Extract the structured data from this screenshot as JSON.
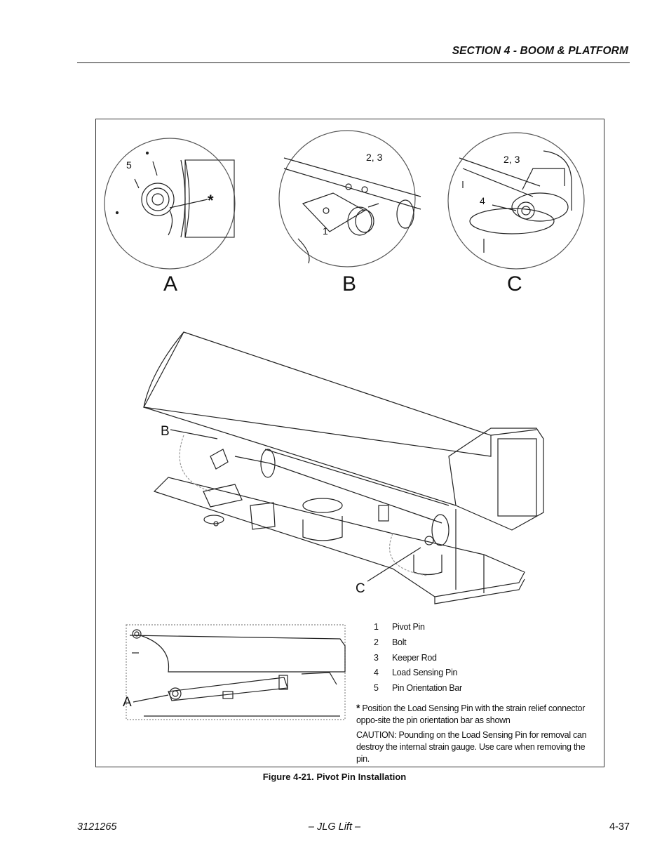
{
  "header": {
    "section_title": "SECTION 4 - BOOM & PLATFORM"
  },
  "figure": {
    "detail_callouts": {
      "a": {
        "label": "A",
        "numbers": [
          "5"
        ],
        "asterisk": "*"
      },
      "b": {
        "label": "B",
        "numbers": [
          "2, 3",
          "1"
        ]
      },
      "c": {
        "label": "C",
        "numbers": [
          "2, 3",
          "4"
        ]
      }
    },
    "main_callouts": {
      "b": "B",
      "c": "C"
    },
    "small_view_callout": "A",
    "legend": [
      {
        "num": "1",
        "label": "Pivot Pin"
      },
      {
        "num": "2",
        "label": "Bolt"
      },
      {
        "num": "3",
        "label": "Keeper Rod"
      },
      {
        "num": "4",
        "label": "Load Sensing Pin"
      },
      {
        "num": "5",
        "label": "Pin Orientation Bar"
      }
    ],
    "note_star": "*",
    "note_text": "Position the Load Sensing Pin with the strain relief connector oppo-site the pin orientation bar as shown",
    "caution_text": "CAUTION: Pounding on the Load Sensing Pin for removal can destroy the internal strain gauge. Use care when removing the pin.",
    "caption": "Figure 4-21.  Pivot Pin Installation"
  },
  "footer": {
    "doc_number": "3121265",
    "brand": "– JLG Lift –",
    "page": "4-37"
  }
}
